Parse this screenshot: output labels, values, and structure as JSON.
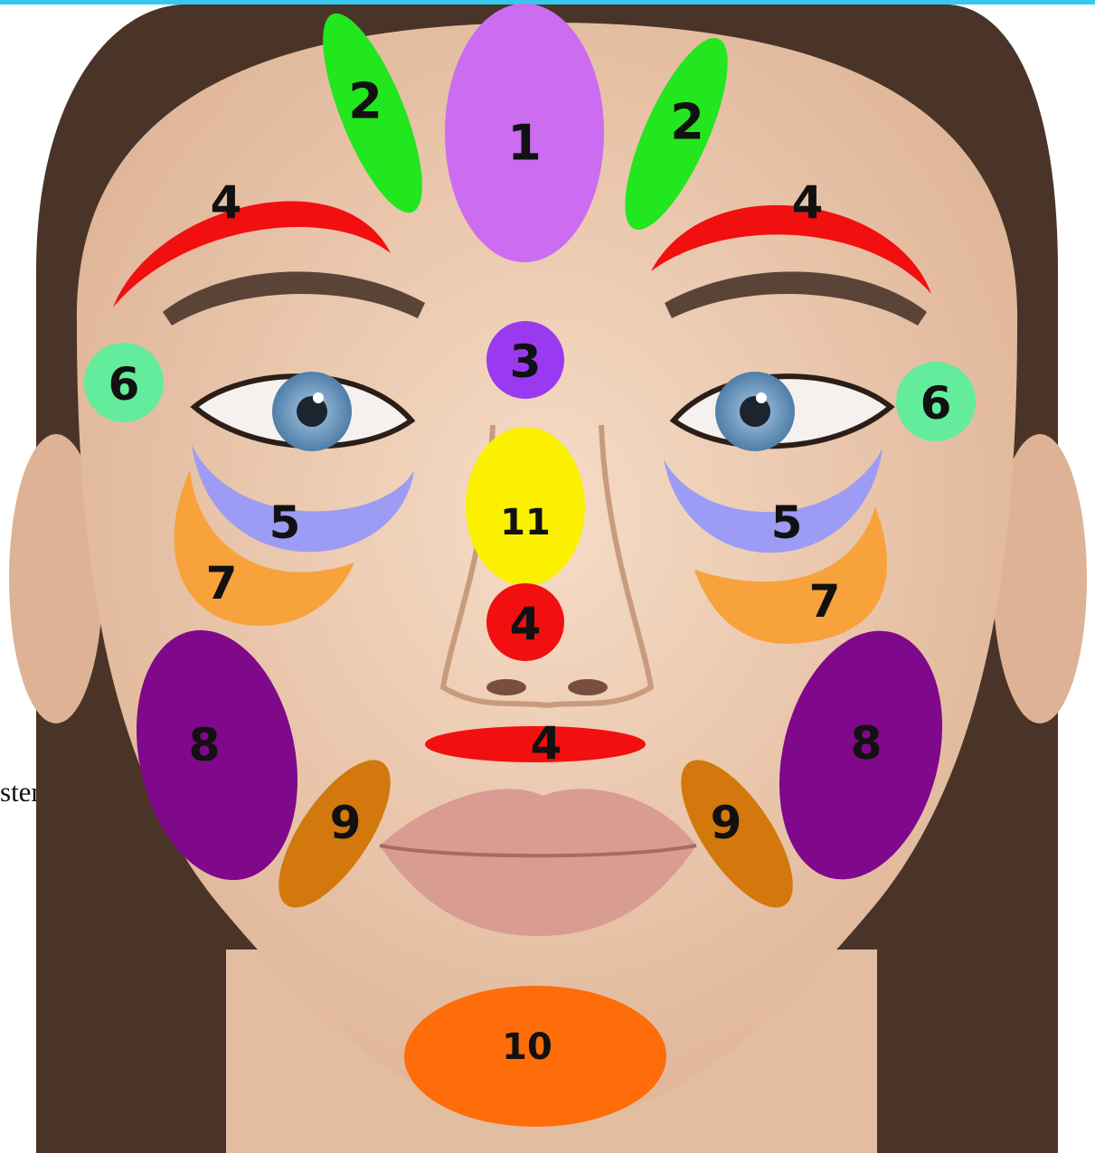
{
  "colors": {
    "top_border": "#38c8ee",
    "skin": "#f0d2b8",
    "skin_shadow": "#dcb497",
    "hair": "#4a3428",
    "brow": "#5a4438",
    "iris": "#7fa8cc",
    "lips": "#d89c92",
    "text": "#111111",
    "zone_1": "#cc6cf0",
    "zone_2": "#22e61e",
    "zone_3": "#9a3af0",
    "zone_4": "#f20f0f",
    "zone_5": "#9c9cf4",
    "zone_6": "#62ec9c",
    "zone_7": "#f8a23c",
    "zone_8": "#80088a",
    "zone_9": "#d2780c",
    "zone_10": "#ff6c0a",
    "zone_11": "#faf000"
  },
  "side_text": "stem",
  "zones": [
    {
      "id": "zone-1",
      "label": "1",
      "color": "zone_1"
    },
    {
      "id": "zone-2-left",
      "label": "2",
      "color": "zone_2"
    },
    {
      "id": "zone-2-right",
      "label": "2",
      "color": "zone_2"
    },
    {
      "id": "zone-3",
      "label": "3",
      "color": "zone_3"
    },
    {
      "id": "zone-4-brow-left",
      "label": "4",
      "color": "zone_4"
    },
    {
      "id": "zone-4-brow-right",
      "label": "4",
      "color": "zone_4"
    },
    {
      "id": "zone-4-nose",
      "label": "4",
      "color": "zone_4"
    },
    {
      "id": "zone-4-lip",
      "label": "4",
      "color": "zone_4"
    },
    {
      "id": "zone-5-left",
      "label": "5",
      "color": "zone_5"
    },
    {
      "id": "zone-5-right",
      "label": "5",
      "color": "zone_5"
    },
    {
      "id": "zone-6-left",
      "label": "6",
      "color": "zone_6"
    },
    {
      "id": "zone-6-right",
      "label": "6",
      "color": "zone_6"
    },
    {
      "id": "zone-7-left",
      "label": "7",
      "color": "zone_7"
    },
    {
      "id": "zone-7-right",
      "label": "7",
      "color": "zone_7"
    },
    {
      "id": "zone-8-left",
      "label": "8",
      "color": "zone_8"
    },
    {
      "id": "zone-8-right",
      "label": "8",
      "color": "zone_8"
    },
    {
      "id": "zone-9-left",
      "label": "9",
      "color": "zone_9"
    },
    {
      "id": "zone-9-right",
      "label": "9",
      "color": "zone_9"
    },
    {
      "id": "zone-10",
      "label": "10",
      "color": "zone_10"
    },
    {
      "id": "zone-11",
      "label": "11",
      "color": "zone_11"
    }
  ]
}
